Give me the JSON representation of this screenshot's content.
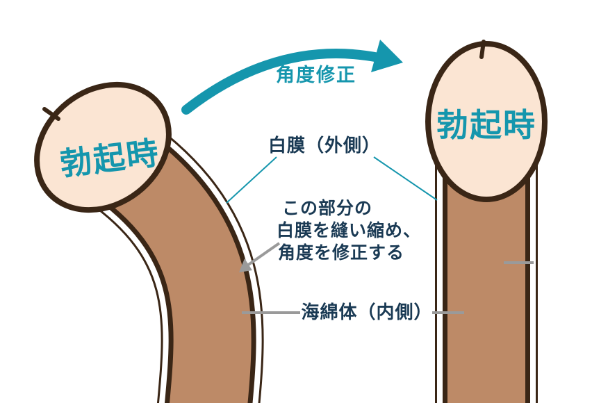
{
  "colors": {
    "teal": "#1596ad",
    "navy": "#1a3a54",
    "shaft_brown": "#bd8a67",
    "outline_brown": "#3a2616",
    "glans_cream": "#fbe5d3",
    "gray": "#9a9a9a",
    "background": "#ffffff"
  },
  "left_figure": {
    "label": "勃起時"
  },
  "right_figure": {
    "label": "勃起時"
  },
  "correction_arrow": {
    "label": "角度修正"
  },
  "annotations": {
    "tunica_label": "白膜（外側）",
    "procedure": {
      "line1": "この部分の",
      "line2": "白膜を縫い縮め、",
      "line3": "角度を修正する"
    },
    "cavernosum_label": "海綿体（内側）"
  }
}
